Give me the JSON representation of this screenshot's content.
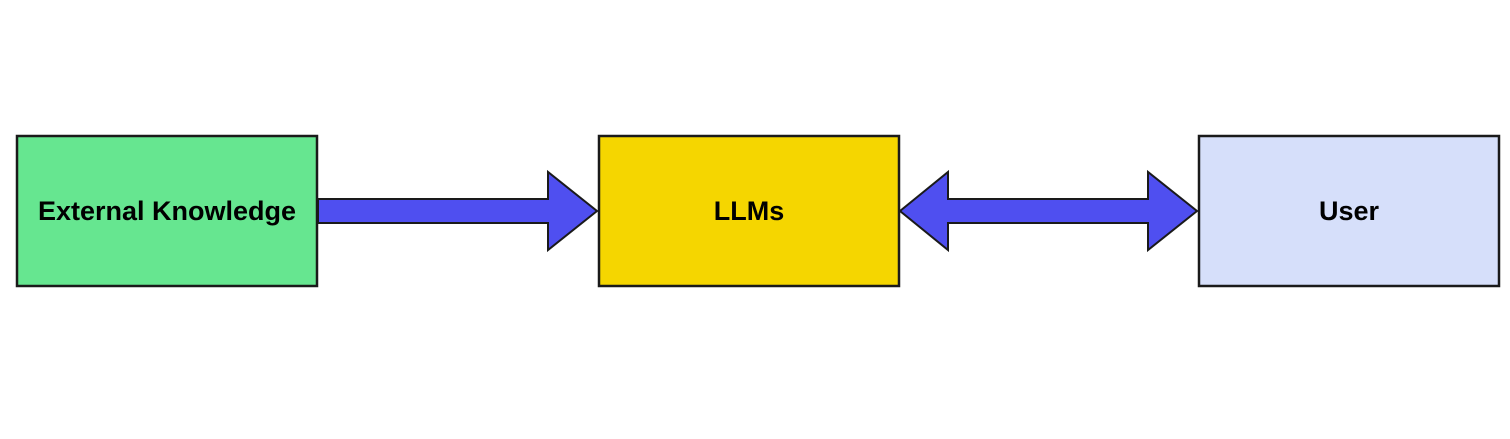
{
  "nodes": {
    "external_knowledge": {
      "label": "External Knowledge",
      "fill": "#66e690"
    },
    "llms": {
      "label": "LLMs",
      "fill": "#f5d600"
    },
    "user": {
      "label": "User",
      "fill": "#d6dffa"
    }
  },
  "edges": [
    {
      "from": "External Knowledge",
      "to": "LLMs",
      "direction": "one-way"
    },
    {
      "from": "LLMs",
      "to": "User",
      "direction": "two-way"
    }
  ],
  "colors": {
    "arrow_fill": "#4f4ff0",
    "stroke": "#1a1a1a",
    "background": "#ffffff"
  }
}
